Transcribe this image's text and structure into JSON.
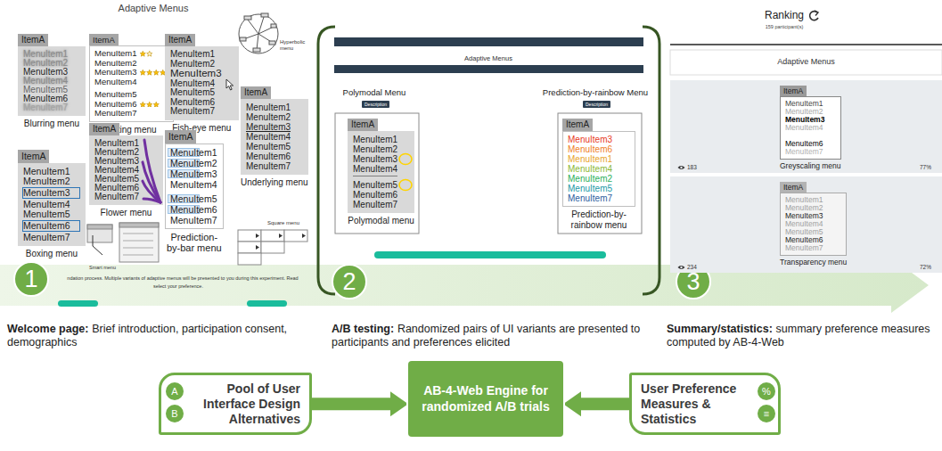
{
  "diagram": {
    "nodes": [
      {
        "text": [
          "ItemA",
          "MenuItem1",
          "MenuItem2",
          "MenuItem3",
          "MenuItem4",
          "MenuItem5",
          "MenuItem6",
          "MenuItem7",
          "Blurring menu"
        ]
      },
      {
        "text": [
          "ItemA",
          "MenuItem1",
          "MenuItem2",
          "MenuItem3",
          "MenuItem4",
          "MenuItem5",
          "MenuItem6",
          "MenuItem7",
          "Rating menu"
        ]
      },
      {
        "text": [
          "ItemA",
          "MenuItem1",
          "MenuItem2",
          "MenuItem3",
          "MenuItem4",
          "MenuItem5",
          "MenuItem6",
          "MenuItem7",
          "Fish-eye menu"
        ]
      },
      {
        "text": [
          "Hyperbolic menu"
        ]
      },
      {
        "text": [
          "ItemA",
          "MenuItem1",
          "MenuItem2",
          "MenuItem3",
          "MenuItem4",
          "MenuItem5",
          "MenuItem6",
          "MenuItem7",
          "Underlying menu"
        ]
      },
      {
        "text": [
          "ItemA",
          "MenuItem1",
          "MenuItem2",
          "MenuItem3",
          "MenuItem4",
          "MenuItem5",
          "MenuItem6",
          "MenuItem7",
          "Boxing menu"
        ]
      },
      {
        "text": [
          "ItemA",
          "MenuItem1",
          "MenuItem2",
          "MenuItem3",
          "MenuItem4",
          "MenuItem5",
          "MenuItem6",
          "MenuItem7",
          "Flower menu"
        ]
      },
      {
        "text": [
          "ItemA",
          "MenuItem1",
          "MenuItem2",
          "MenuItem3",
          "MenuItem4",
          "MenuItem5",
          "MenuItem6",
          "MenuItem7",
          "Prediction-by-bar menu"
        ]
      },
      {
        "text": [
          "Square menu"
        ]
      },
      {
        "text": [
          "Smart menu"
        ]
      },
      {
        "text": [
          "1"
        ]
      },
      {
        "text": [
          "2"
        ]
      },
      {
        "text": [
          "3"
        ]
      },
      {
        "text": [
          "ItemA",
          "MenuItem1",
          "MenuItem2",
          "MenuItem3",
          "MenuItem4",
          "MenuItem5",
          "MenuItem6",
          "MenuItem7",
          "Polymodal menu"
        ]
      },
      {
        "text": [
          "ItemA",
          "MenuItem3",
          "MenuItem6",
          "MenuItem1",
          "MenuItem4",
          "MenuItem2",
          "MenuItem5",
          "MenuItem7",
          "Prediction-by-rainbow menu"
        ]
      },
      {
        "text": [
          "Description"
        ]
      },
      {
        "text": [
          "Description"
        ]
      },
      {
        "text": [
          "183",
          "77%"
        ]
      },
      {
        "text": [
          "ItemA",
          "MenuItem1",
          "MenuItem2",
          "MenuItem3",
          "MenuItem4",
          "MenuItem6",
          "MenuItem7",
          "Greyscaling menu"
        ],
        "in": 17
      },
      {
        "text": [
          "234",
          "72%"
        ]
      },
      {
        "text": [
          "ItemA",
          "MenuItem1",
          "MenuItem2",
          "MenuItem3",
          "MenuItem4",
          "MenuItem5",
          "MenuItem6",
          "MenuItem7",
          "Transparency menu"
        ],
        "in": 19
      },
      {
        "text": [
          "Pool of User Interface Design Alternatives"
        ]
      },
      {
        "text": [
          "A"
        ],
        "in": 21
      },
      {
        "text": [
          "B"
        ],
        "in": 21
      },
      {
        "text": [
          "AB-4-Web Engine for randomized A/B trials"
        ]
      },
      {
        "text": [
          "User Preference Measures & Statistics"
        ]
      },
      {
        "text": [
          "%"
        ],
        "in": 25
      },
      {
        "text": [
          "≡"
        ],
        "in": 25
      }
    ],
    "edges": [
      {
        "from": 21,
        "to": 24,
        "arrow": "to"
      },
      {
        "from": 25,
        "to": 24,
        "arrow": "to"
      }
    ],
    "labels": [
      "Adaptive Menus",
      "ndation process. Multiple variants of adaptive menus will be presented to you during this experiment. Read",
      "select your preference.",
      "Welcome page:",
      "Brief introduction, participation consent, demographics",
      "Adaptive Menus",
      "Polymodal Menu",
      "Prediction-by-rainbow Menu",
      "A/B testing:",
      "Randomized pairs of UI variants are presented to participants and preferences elicited",
      "Ranking",
      "159 participant(s)",
      "Adaptive Menus",
      "Summary/statistics:",
      "summary preference measures computed by AB-4-Web"
    ]
  }
}
